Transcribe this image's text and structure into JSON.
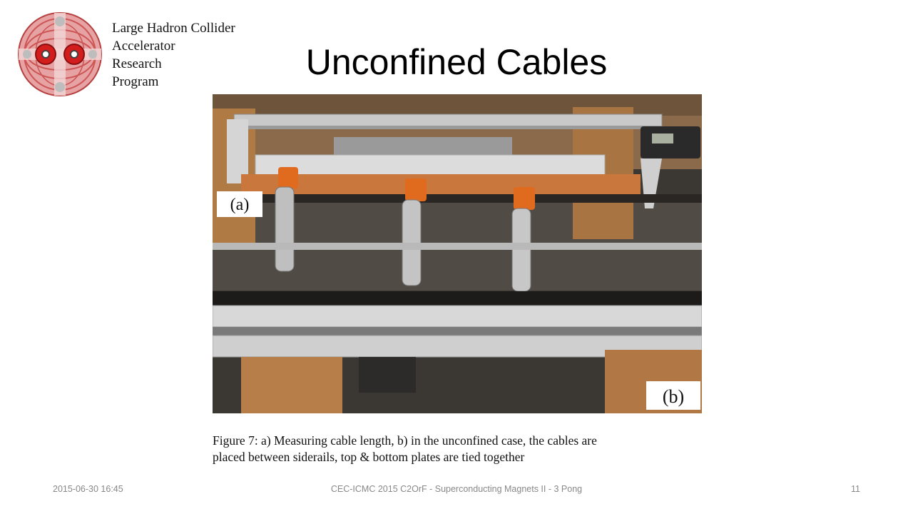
{
  "org": {
    "lines": [
      "Large Hadron Collider",
      "Accelerator",
      "Research",
      "Program"
    ]
  },
  "slide": {
    "title": "Unconfined Cables"
  },
  "figure": {
    "label_a": "(a)",
    "label_b": "(b)",
    "caption_line1": "Figure 7:  a) Measuring cable length, b) in the unconfined case, the cables are",
    "caption_line2": "placed between siderails, top & bottom plates are tied together"
  },
  "footer": {
    "date": "2015-06-30 16:45",
    "center": "CEC-ICMC 2015 C2OrF - Superconducting Magnets II - 3 Pong",
    "page": "11"
  },
  "colors": {
    "logo_red": "#d94b4b",
    "logo_dark": "#7a1a1a",
    "accent_orange": "#e06a1e"
  }
}
